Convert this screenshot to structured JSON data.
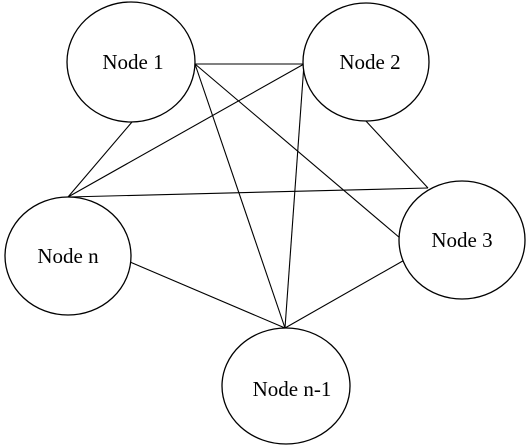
{
  "diagram": {
    "nodes": [
      {
        "id": "n1",
        "label": "Node 1"
      },
      {
        "id": "n2",
        "label": "Node 2"
      },
      {
        "id": "n3",
        "label": "Node 3"
      },
      {
        "id": "nn",
        "label": "Node n"
      },
      {
        "id": "nn1",
        "label": "Node n-1"
      }
    ],
    "edges": [
      {
        "from": "n1",
        "to": "n2"
      },
      {
        "from": "n1",
        "to": "n3"
      },
      {
        "from": "n1",
        "to": "nn"
      },
      {
        "from": "n1",
        "to": "nn1"
      },
      {
        "from": "n2",
        "to": "nn"
      },
      {
        "from": "n2",
        "to": "n3"
      },
      {
        "from": "n2",
        "to": "nn1"
      },
      {
        "from": "nn",
        "to": "n3"
      },
      {
        "from": "nn",
        "to": "nn1"
      },
      {
        "from": "n3",
        "to": "nn1"
      }
    ],
    "colors": {
      "stroke": "#000000",
      "fill": "#ffffff"
    }
  }
}
